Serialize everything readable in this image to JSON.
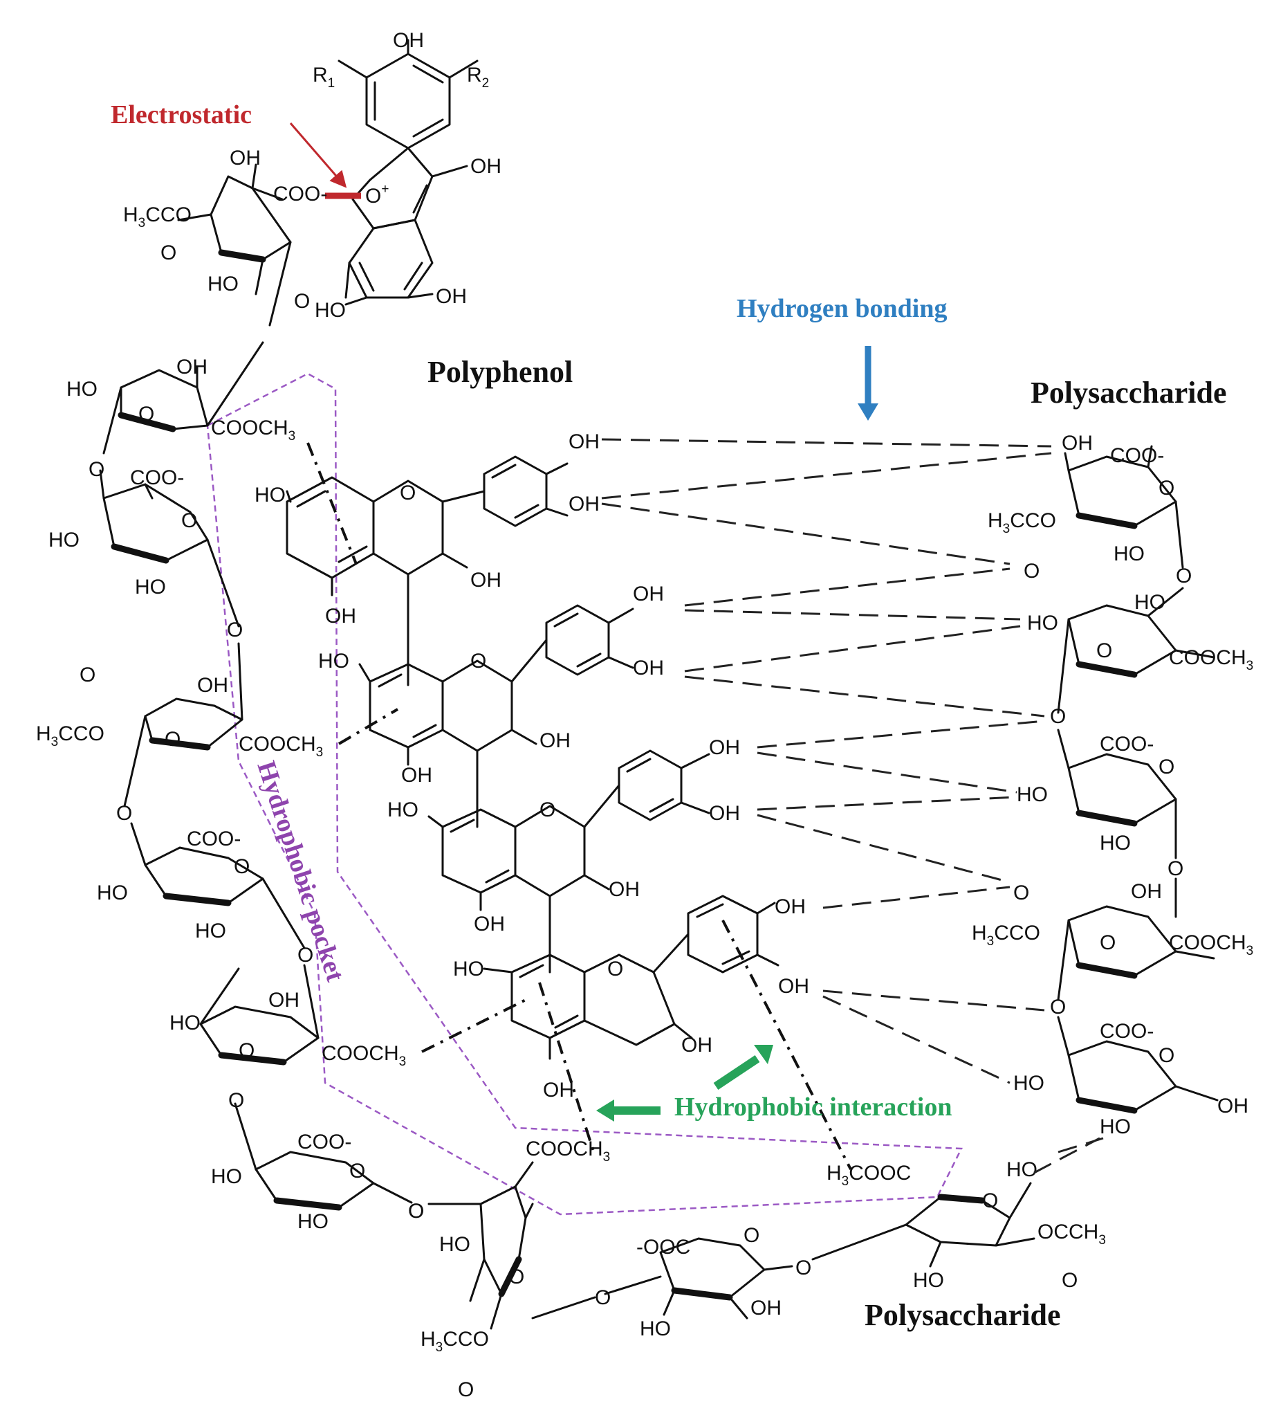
{
  "labels": {
    "electrostatic": "Electrostatic",
    "hydrogen_bonding": "Hydrogen bonding",
    "polyphenol": "Polyphenol",
    "polysaccharide_right": "Polysaccharide",
    "polysaccharide_bottom": "Polysaccharide",
    "hydrophobic_pocket": "Hydrophobic pocket",
    "hydrophobic_interaction": "Hydrophobic interaction"
  },
  "colors": {
    "electrostatic": "#c0282d",
    "hydrogen_bonding": "#2f7fc1",
    "hydrophobic_pocket": "#8e44ad",
    "hydrophobic_interaction": "#27a35a",
    "structure": "#111111"
  },
  "groups": {
    "oh": "OH",
    "ho": "HO",
    "o": "O",
    "o_plus": "O",
    "plus": "+",
    "coo_minus": "COO-",
    "minus_ooc": "-OOC",
    "coo_chain": "COO-",
    "cooch": "COOCH",
    "acyl_c": "CCO",
    "acetate_c": "COOC",
    "acetyl_right": "OCCH",
    "h": "H",
    "sub3": "3",
    "r": "R",
    "sub1": "1",
    "sub2": "2"
  }
}
